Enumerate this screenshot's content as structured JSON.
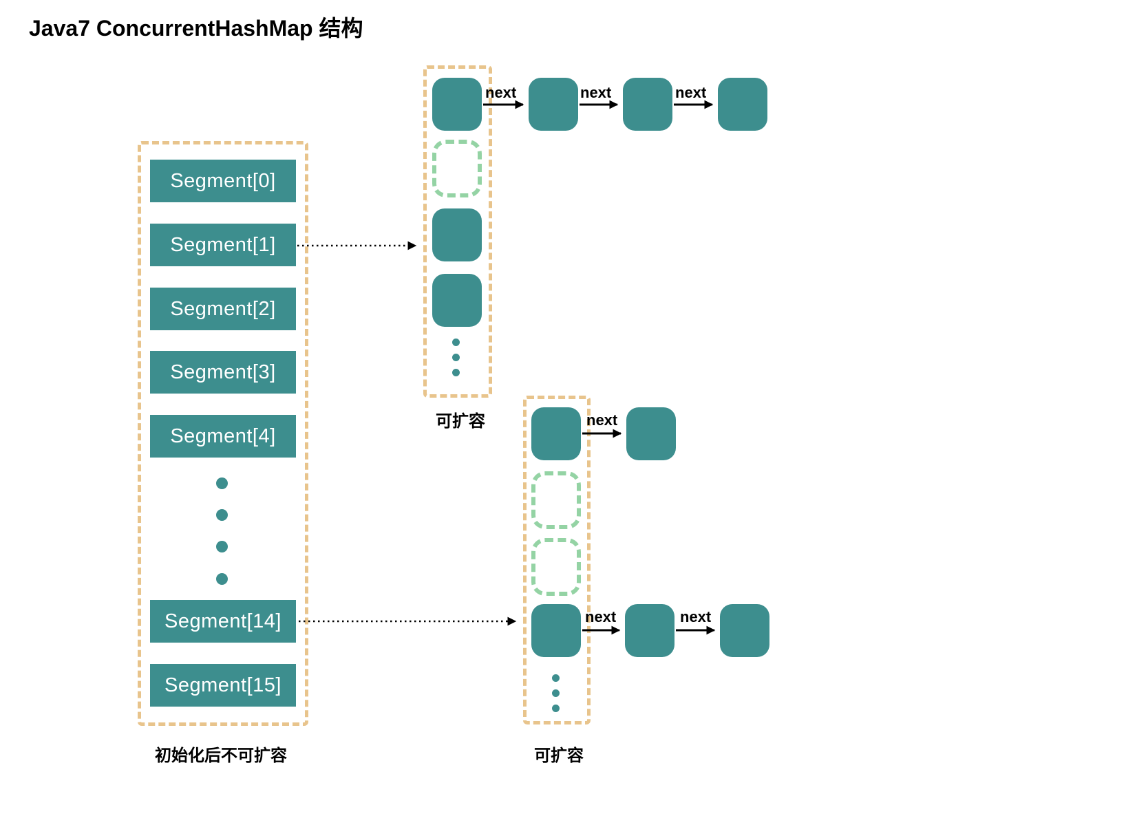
{
  "title": "Java7 ConcurrentHashMap 结构",
  "segments": {
    "items": [
      "Segment[0]",
      "Segment[1]",
      "Segment[2]",
      "Segment[3]",
      "Segment[4]",
      "Segment[14]",
      "Segment[15]"
    ],
    "caption": "初始化后不可扩容"
  },
  "table1": {
    "caption": "可扩容"
  },
  "table2": {
    "caption": "可扩容"
  },
  "labels": {
    "next": "next"
  },
  "colors": {
    "node_teal": "#3d8e8e",
    "container_border": "#e8c48c",
    "empty_slot_border": "#94d3a4",
    "text": "#000000",
    "segment_text": "#ffffff"
  }
}
